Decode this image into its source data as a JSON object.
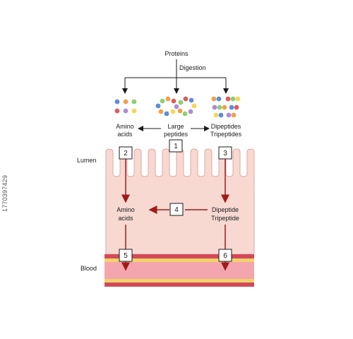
{
  "diagram": {
    "top_label": "Proteins",
    "digestion_label": "Digestion",
    "amino_acids_top": [
      "Amino",
      "acids"
    ],
    "large_peptides": [
      "Large",
      "peptides"
    ],
    "di_tri_top": [
      "Dipeptides",
      "Tripeptides"
    ],
    "lumen_label": "Lumen",
    "blood_label": "Blood",
    "amino_acids_mid": [
      "Amino",
      "acids"
    ],
    "di_tri_mid": [
      "Dipeptide",
      "Tripeptide"
    ],
    "steps": [
      "1",
      "2",
      "3",
      "4",
      "5",
      "6"
    ],
    "colors": {
      "arrow_red": "#a11a1a",
      "cell_fill": "#f7d9d2",
      "cell_stroke": "#e2a79f",
      "blood_outer": "#d24a5a",
      "blood_inner": "#f3a6ad",
      "blood_stripe": "#f2d26a",
      "molecule_blue": "#5b8fd6",
      "molecule_orange": "#f0a04b",
      "molecule_green": "#8ccf6f",
      "molecule_purple": "#b08ad6",
      "molecule_red": "#e05a5a",
      "molecule_yellow": "#f2d85a"
    }
  },
  "watermark": "1770397429"
}
